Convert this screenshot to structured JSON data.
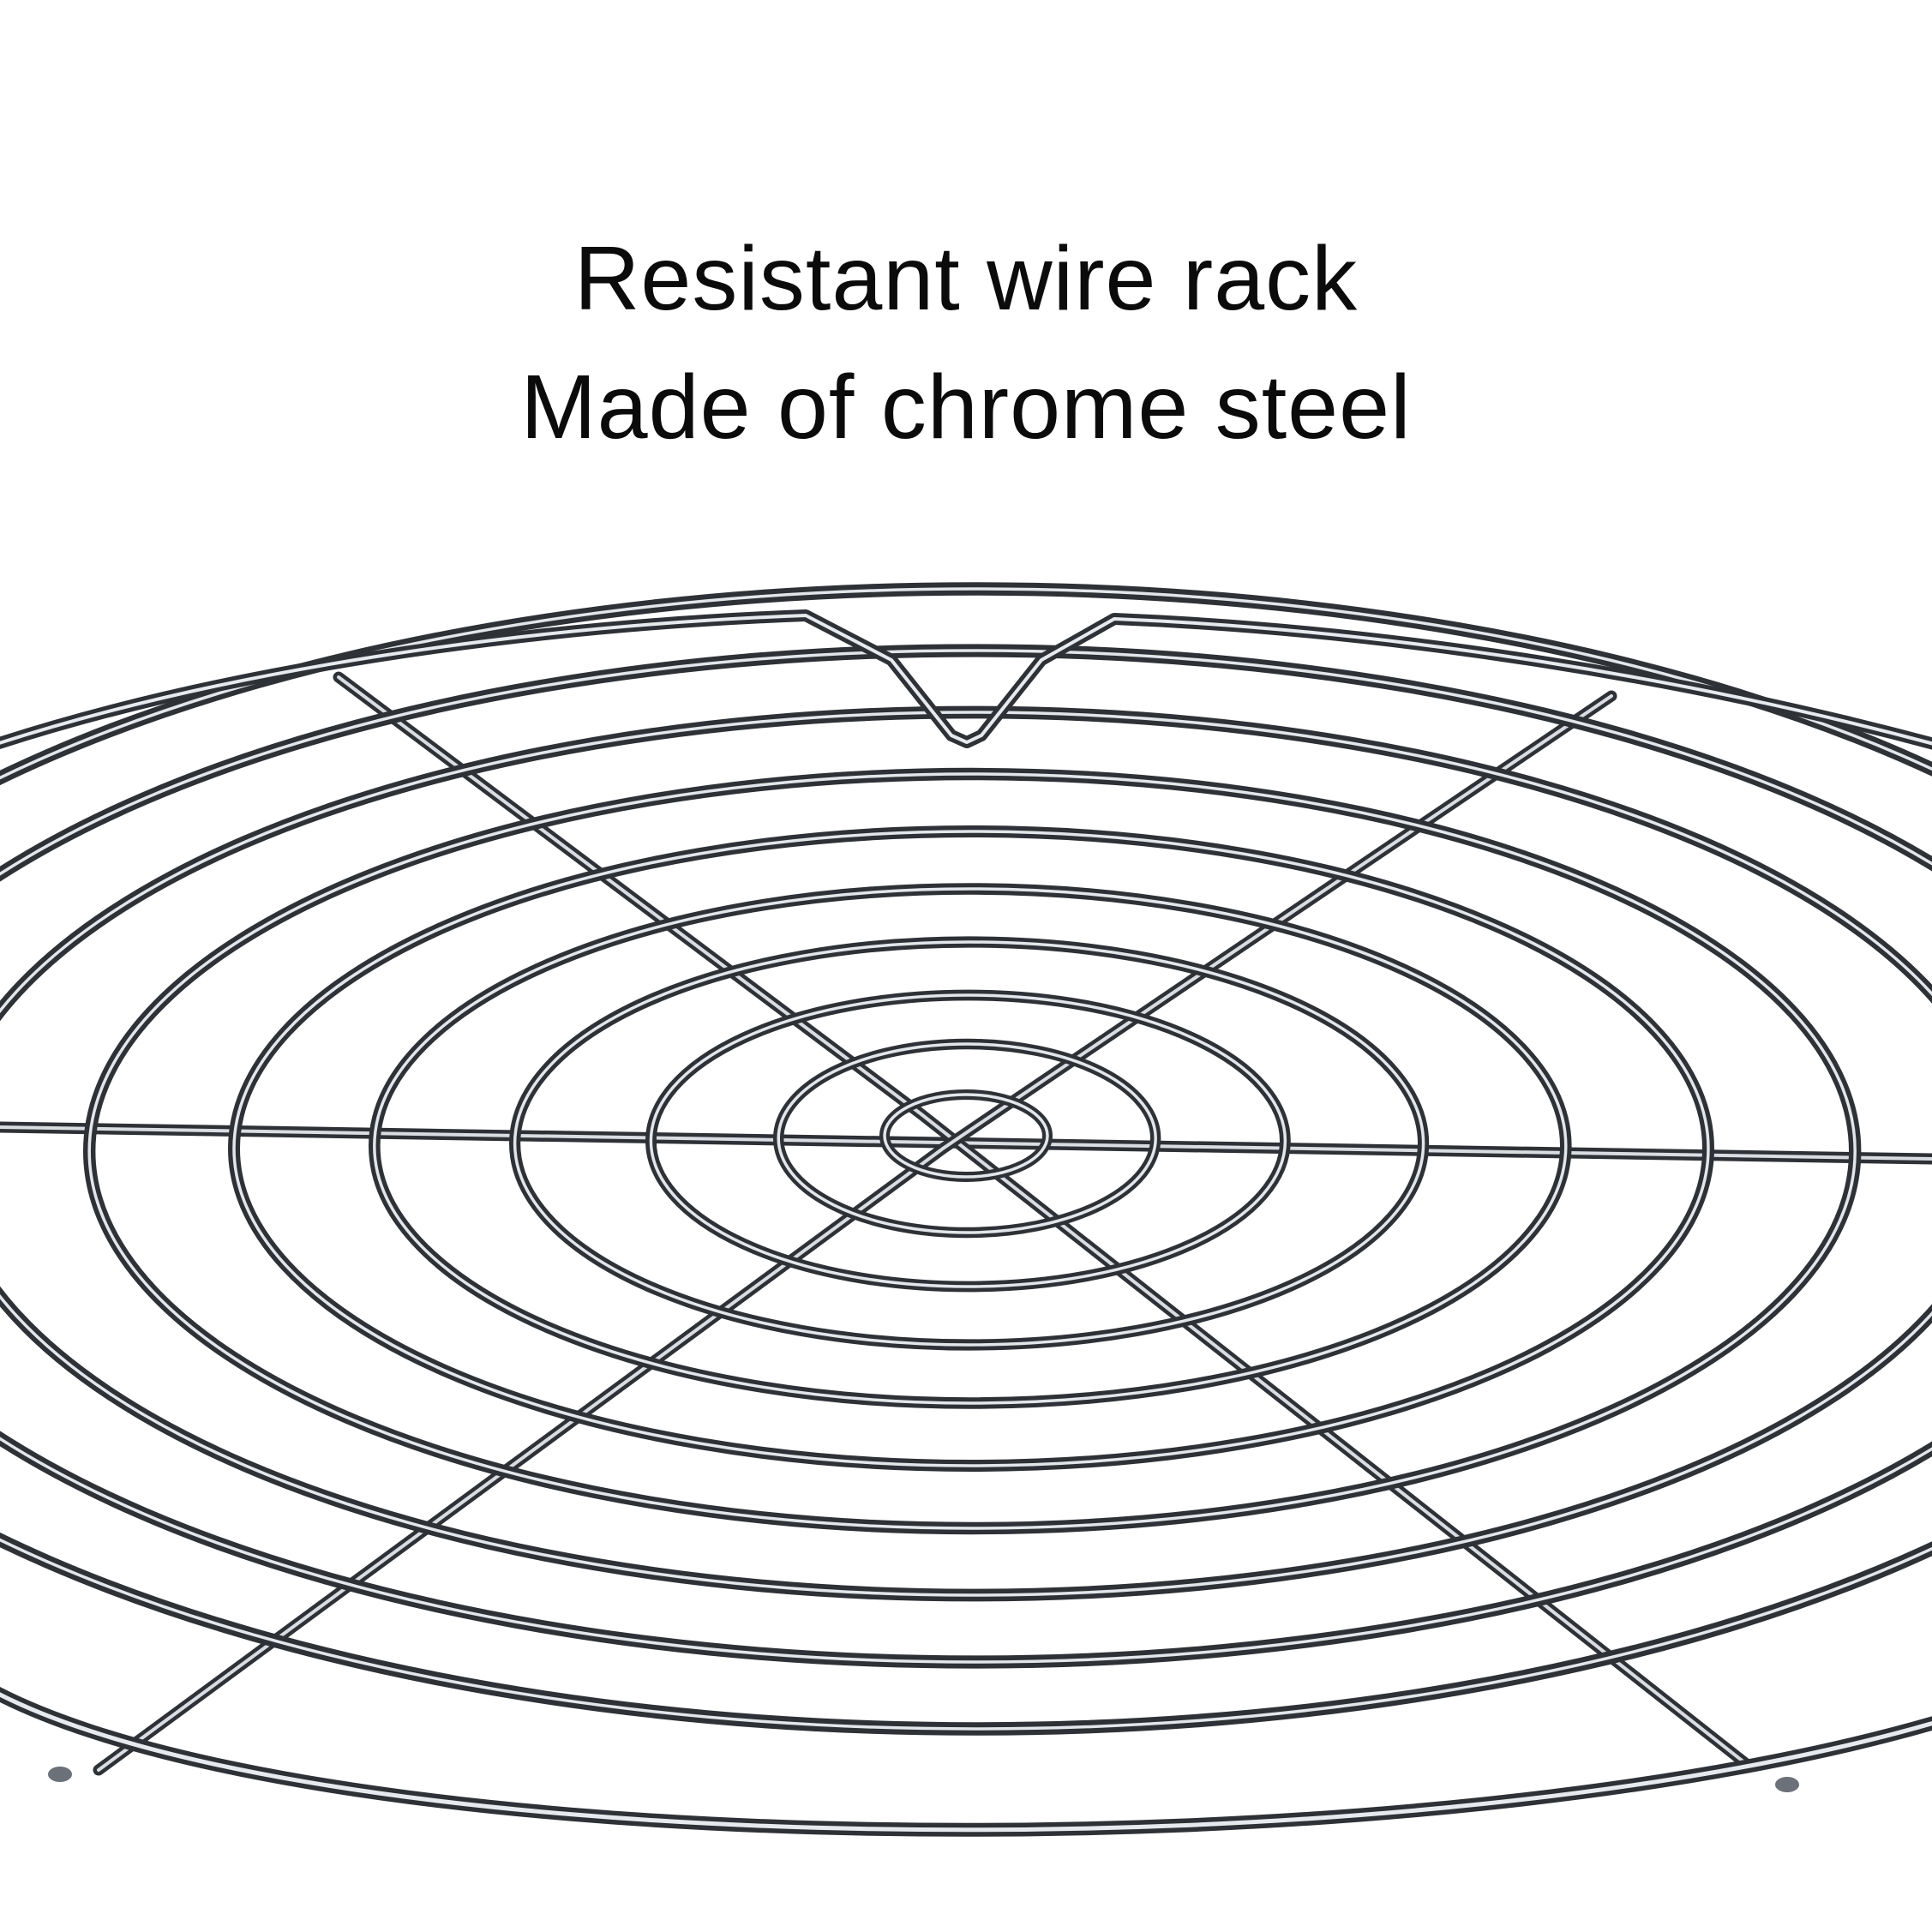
{
  "caption": {
    "line1": "Resistant wire rack",
    "line2": "Made of chrome steel"
  },
  "product": {
    "name_icon": "round-wire-cooling-rack-photo",
    "material_colors": {
      "wire_dark": "#2f3237",
      "wire_mid": "#8a9099",
      "wire_light": "#e7eaee",
      "background": "#ffffff"
    }
  }
}
